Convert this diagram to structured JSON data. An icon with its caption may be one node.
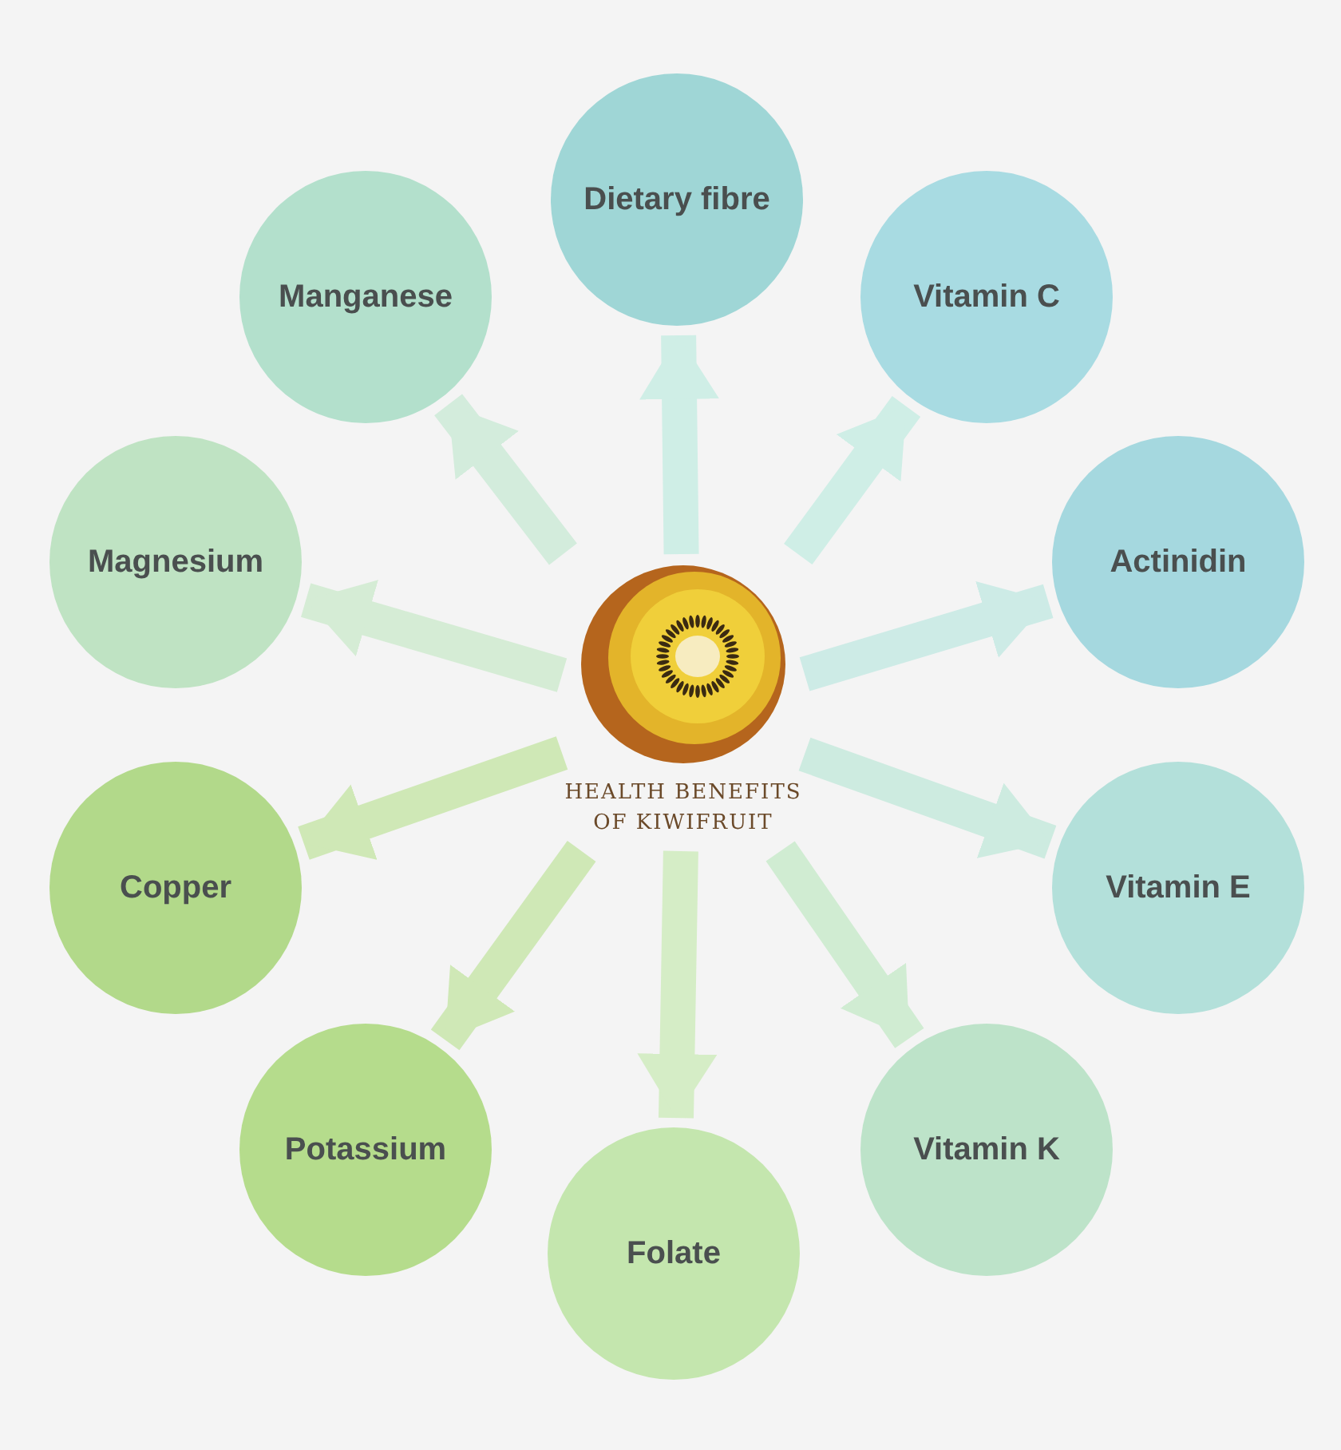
{
  "diagram": {
    "nodes": [
      {
        "text": [
          "HEALTH BENEFITS OF KIWIFRUIT"
        ]
      },
      {
        "text": [
          "Dietary fibre"
        ]
      },
      {
        "text": [
          "Vitamin C"
        ]
      },
      {
        "text": [
          "Actinidin"
        ]
      },
      {
        "text": [
          "Vitamin E"
        ]
      },
      {
        "text": [
          "Vitamin K"
        ]
      },
      {
        "text": [
          "Folate"
        ]
      },
      {
        "text": [
          "Potassium"
        ]
      },
      {
        "text": [
          "Copper"
        ]
      },
      {
        "text": [
          "Magnesium"
        ]
      },
      {
        "text": [
          "Manganese"
        ]
      }
    ],
    "edges": [
      {
        "from": 0,
        "to": 1,
        "arrow": "to"
      },
      {
        "from": 0,
        "to": 2,
        "arrow": "to"
      },
      {
        "from": 0,
        "to": 3,
        "arrow": "to"
      },
      {
        "from": 0,
        "to": 4,
        "arrow": "to"
      },
      {
        "from": 0,
        "to": 5,
        "arrow": "to"
      },
      {
        "from": 0,
        "to": 6,
        "arrow": "to"
      },
      {
        "from": 0,
        "to": 7,
        "arrow": "to"
      },
      {
        "from": 0,
        "to": 8,
        "arrow": "to"
      },
      {
        "from": 0,
        "to": 9,
        "arrow": "to"
      },
      {
        "from": 0,
        "to": 10,
        "arrow": "to"
      }
    ]
  }
}
